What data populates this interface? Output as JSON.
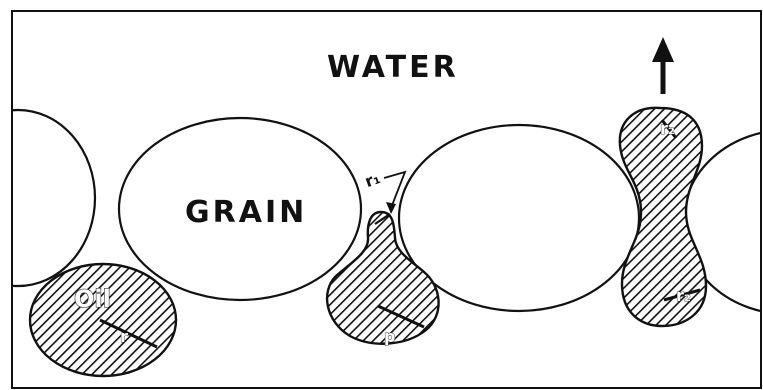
{
  "labels": {
    "water": "WATER",
    "grain": "GRAIN",
    "oil": "Oil",
    "r": "r",
    "r1": "r₁",
    "r2": "r₂",
    "p": "p"
  },
  "colors": {
    "ink": "#111111",
    "background": "#ffffff"
  },
  "icons": {
    "flow_direction": "up-arrow-icon"
  }
}
